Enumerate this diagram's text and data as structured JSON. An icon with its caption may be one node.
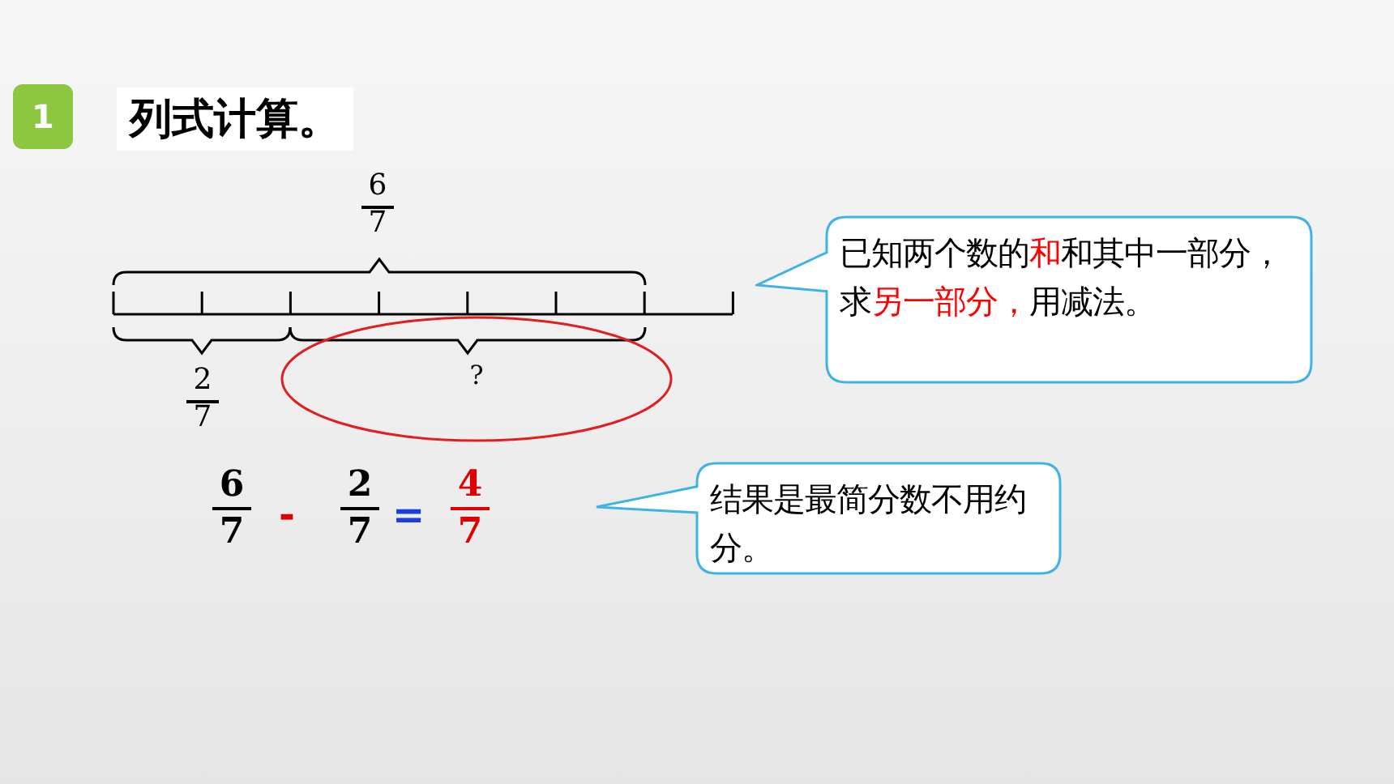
{
  "diagram": {
    "title": "列式计算。",
    "nodes": [
      {
        "text": [
          "?"
        ]
      },
      {
        "text": [
          "已知两个数的**和**和其中一部分，求**另一部分，**用减法。"
        ]
      },
      {
        "text": [
          "结果是最简分数不用约分。"
        ]
      }
    ],
    "labels": [
      "1",
      "6",
      "7",
      "2",
      "7",
      "6",
      "7",
      "-",
      "2",
      "7",
      "=",
      "4",
      "7"
    ]
  }
}
